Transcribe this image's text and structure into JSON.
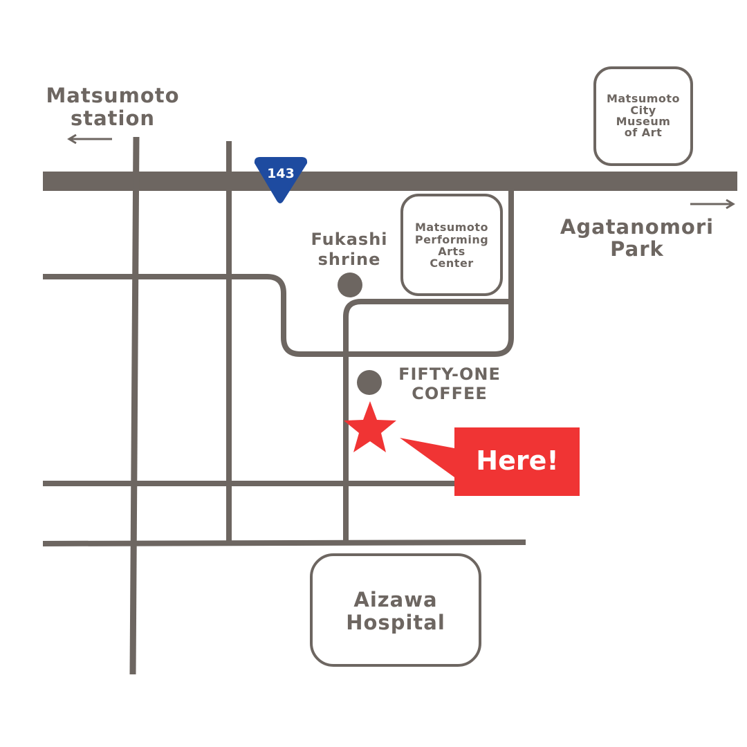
{
  "colors": {
    "road": "#6d6661",
    "text": "#6d6661",
    "marker": "#f03434",
    "route_badge": "#1e4ba0",
    "background": "#ffffff"
  },
  "route_badge": {
    "number": "143"
  },
  "directions": {
    "station": {
      "line1": "Matsumoto",
      "line2": "station",
      "arrow": "left-arrow"
    },
    "park": {
      "line1": "Agatanomori",
      "line2": "Park",
      "arrow": "right-arrow"
    }
  },
  "landmarks": {
    "museum": [
      "Matsumoto",
      "City",
      "Museum",
      "of Art"
    ],
    "performing_arts": [
      "Matsumoto",
      "Performing",
      "Arts",
      "Center"
    ],
    "shrine": [
      "Fukashi",
      "shrine"
    ],
    "coffee": [
      "FIFTY-ONE",
      "COFFEE"
    ],
    "hospital": [
      "Aizawa",
      "Hospital"
    ]
  },
  "marker": {
    "icon": "star-icon",
    "callout": "Here!"
  }
}
